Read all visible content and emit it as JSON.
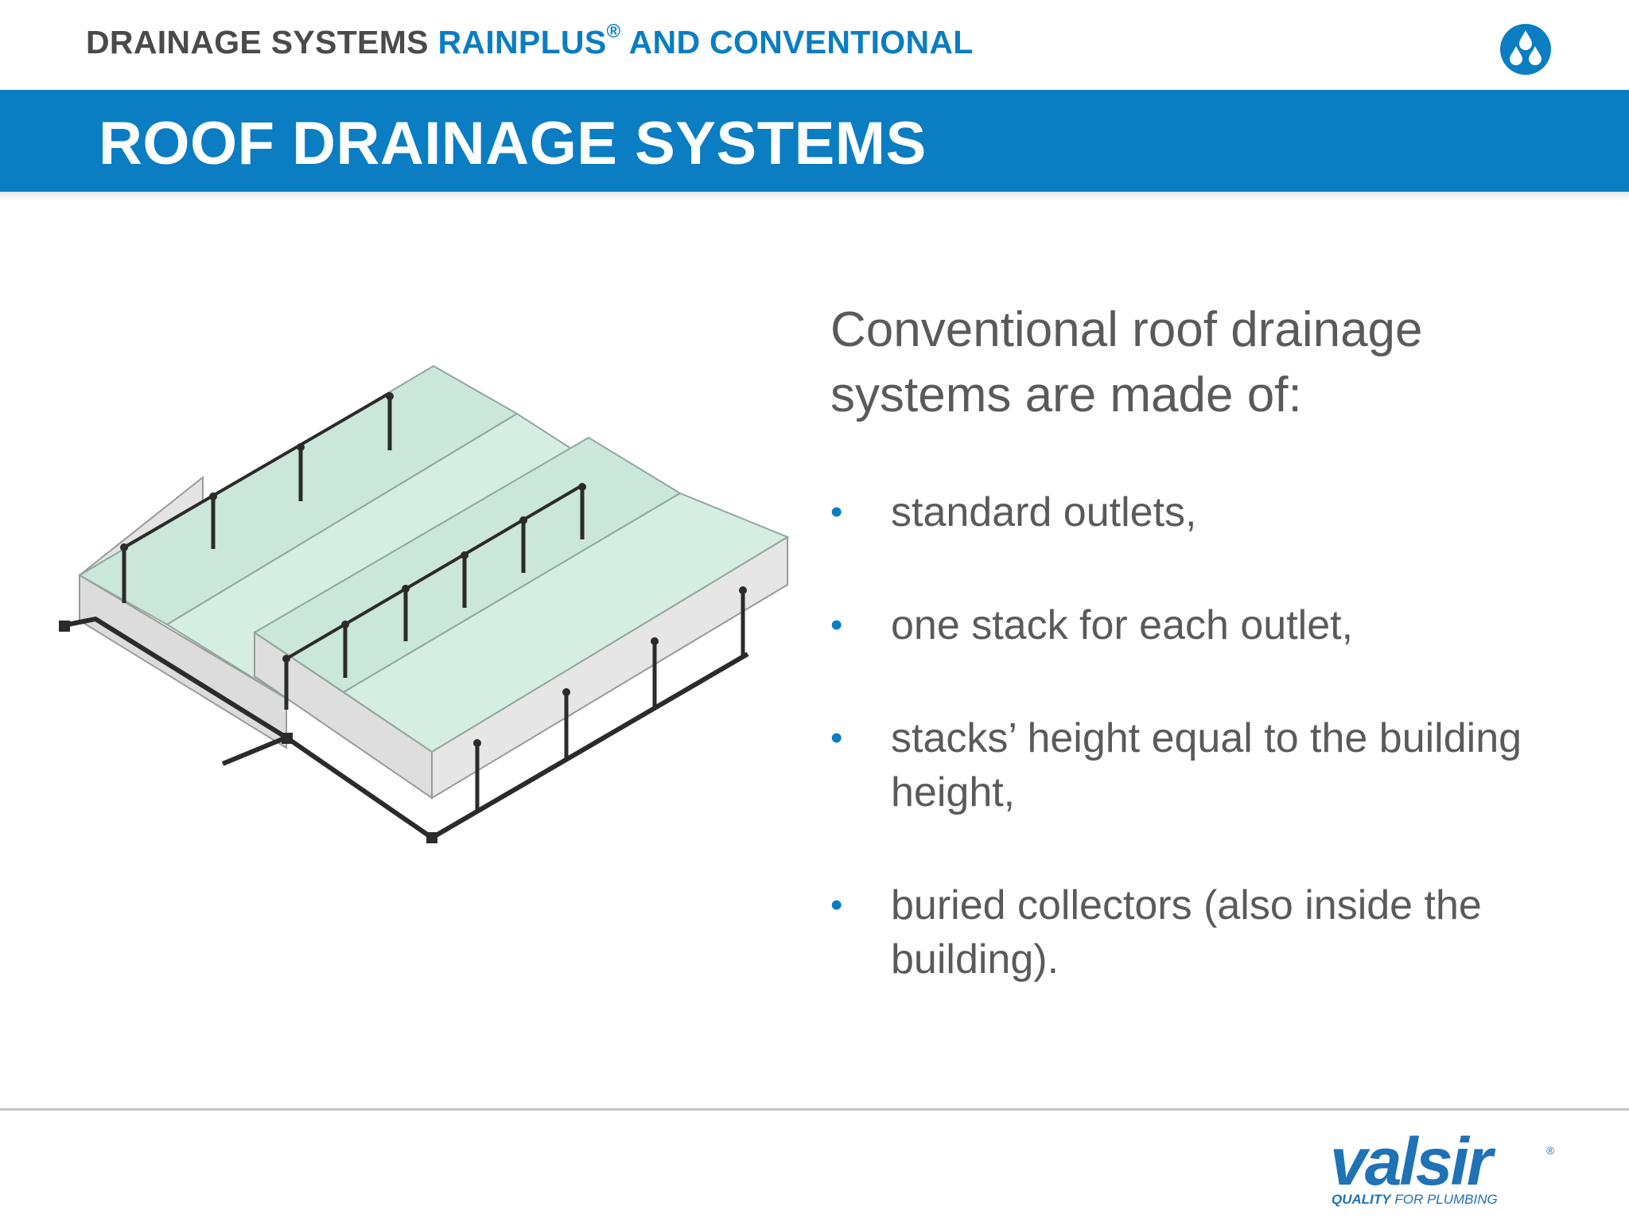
{
  "header": {
    "title_part1": "DRAINAGE SYSTEMS",
    "title_part2": "RAINPLUS",
    "title_reg": "®",
    "title_part3": "AND CONVENTIONAL",
    "logo_icon": "water-drops-icon"
  },
  "banner": {
    "title": "ROOF DRAINAGE SYSTEMS"
  },
  "content": {
    "intro": "Conventional roof drainage systems are made of:",
    "bullet_symbol": "•",
    "bullets": [
      "standard outlets,",
      "one stack for each outlet,",
      "stacks’ height equal to the building height,",
      "buried collectors (also inside the building)."
    ]
  },
  "footer": {
    "brand_name": "valsir",
    "brand_reg": "®",
    "tagline_part1": "QUALITY",
    "tagline_part2": "FOR PLUMBING"
  },
  "colors": {
    "brand_blue": "#0a7dc3",
    "text_gray": "#5a5a5a",
    "roof_fill": "#cfe8de",
    "wall_fill": "#e2e2e2",
    "pipe": "#2b2b2b"
  }
}
